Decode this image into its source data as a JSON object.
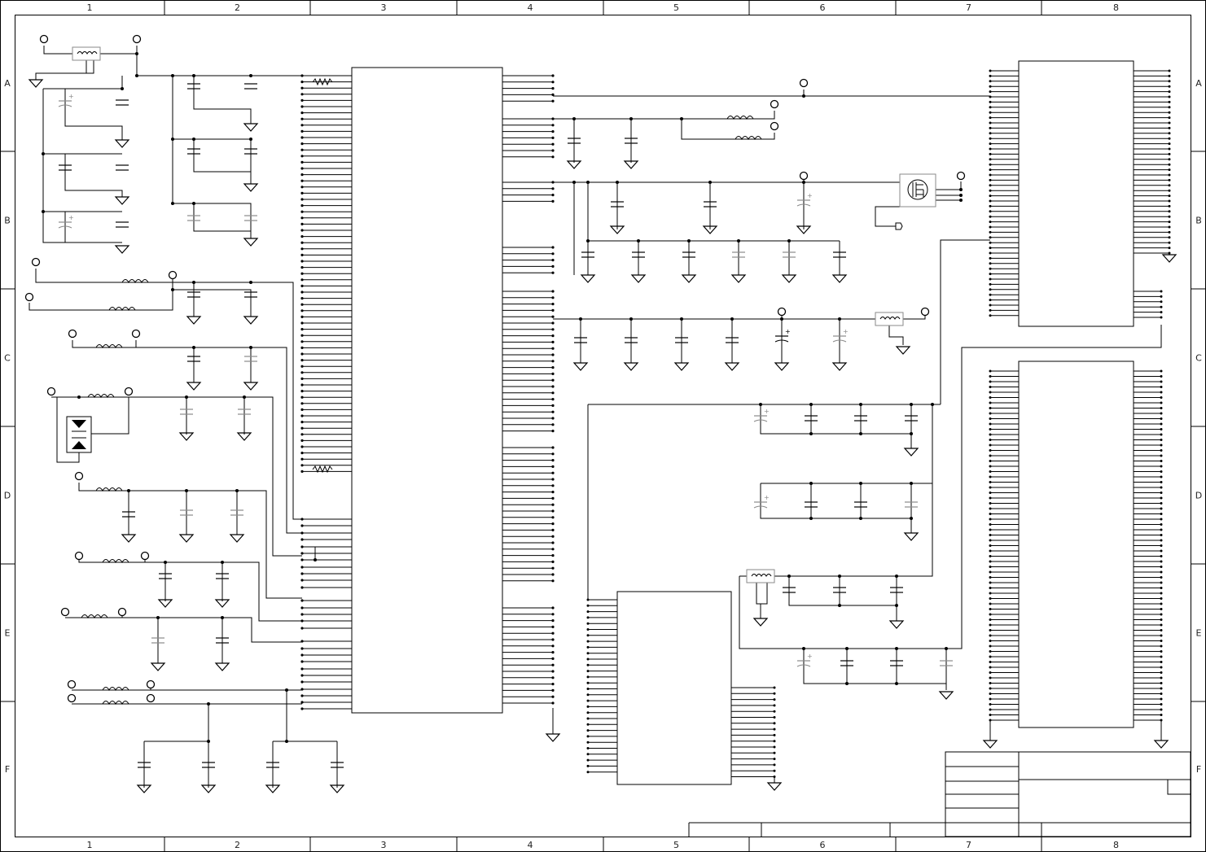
{
  "sheet": {
    "columns": [
      "1",
      "2",
      "3",
      "4",
      "5",
      "6",
      "7",
      "8"
    ],
    "rows": [
      "A",
      "B",
      "C",
      "D",
      "E",
      "F"
    ]
  },
  "colors": {
    "line": "#000000",
    "dimmed": "#8a8a8a",
    "background": "#ffffff"
  },
  "icons": {
    "ground": "ground-icon",
    "capacitor": "capacitor-icon",
    "inductor": "inductor-icon",
    "resistor": "resistor-icon",
    "connector": "connector-icon",
    "mosfet": "mosfet-icon",
    "diode": "diode-icon"
  }
}
